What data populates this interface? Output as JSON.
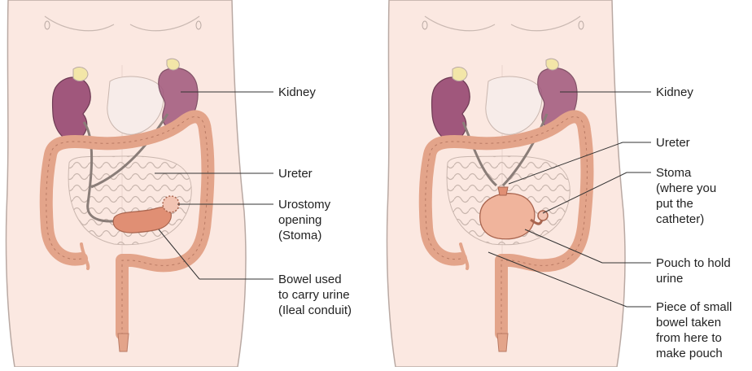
{
  "left_panel": {
    "labels": [
      {
        "lines": [
          "Kidney"
        ]
      },
      {
        "lines": [
          "Ureter"
        ]
      },
      {
        "lines": [
          "Urostomy",
          "opening",
          "(Stoma)"
        ]
      },
      {
        "lines": [
          "Bowel used",
          "to carry urine",
          "(Ileal conduit)"
        ]
      }
    ]
  },
  "right_panel": {
    "labels": [
      {
        "lines": [
          "Kidney"
        ]
      },
      {
        "lines": [
          "Ureter"
        ]
      },
      {
        "lines": [
          "Stoma",
          "(where you",
          "put the",
          "catheter)"
        ]
      },
      {
        "lines": [
          "Pouch to hold",
          "urine"
        ]
      },
      {
        "lines": [
          "Piece of small",
          "bowel taken",
          "from here to",
          "make pouch"
        ]
      }
    ]
  },
  "colors": {
    "skin": "#fbe8e1",
    "skin_outline": "#b9a9a3",
    "kidney": "#a0577c",
    "ureter_fill": "#f3e6a8",
    "colon": "#e3a48a",
    "small_bowel": "#ffffff",
    "leader_line": "#333333"
  }
}
